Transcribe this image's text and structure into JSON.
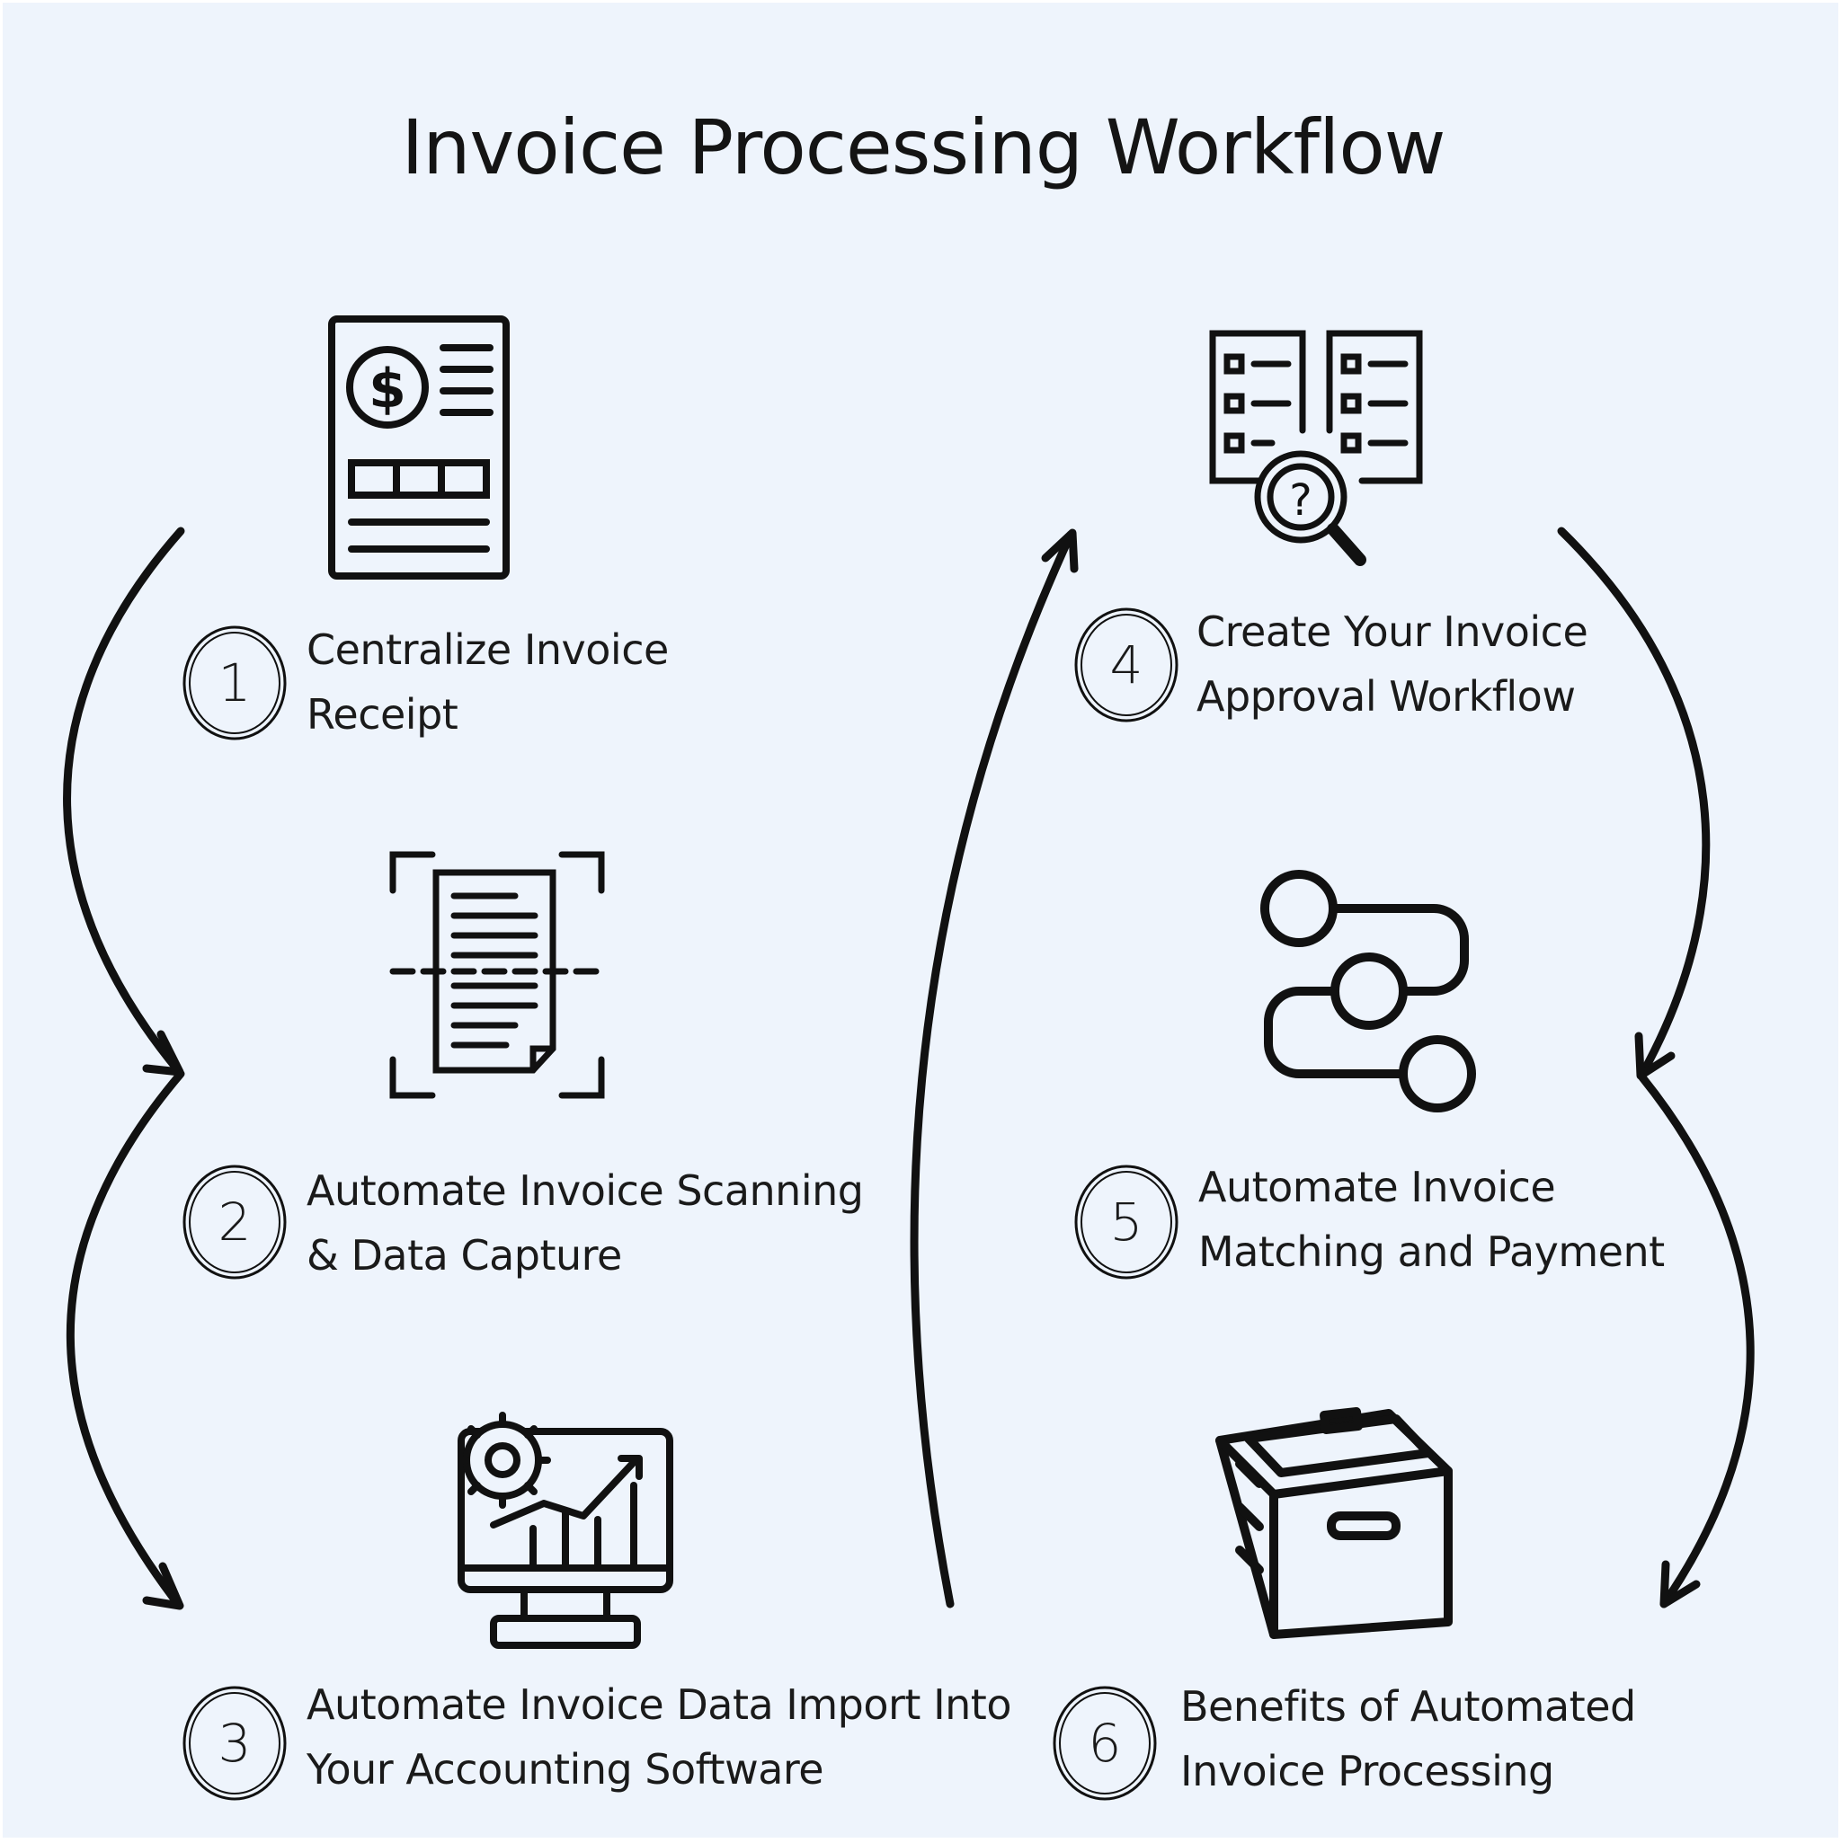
{
  "title": "Invoice Processing Workflow",
  "steps": [
    {
      "number": "1",
      "line1": "Centralize Invoice",
      "line2": "Receipt",
      "icon": "invoice-dollar-icon"
    },
    {
      "number": "2",
      "line1": "Automate Invoice Scanning",
      "line2": "& Data Capture",
      "icon": "document-scan-icon"
    },
    {
      "number": "3",
      "line1": "Automate Invoice Data Import Into",
      "line2": "Your Accounting Software",
      "icon": "monitor-analytics-icon"
    },
    {
      "number": "4",
      "line1": "Create Your Invoice",
      "line2": "Approval Workflow",
      "icon": "checklist-search-icon"
    },
    {
      "number": "5",
      "line1": "Automate Invoice",
      "line2": "Matching and Payment",
      "icon": "workflow-path-icon"
    },
    {
      "number": "6",
      "line1": "Benefits of Automated",
      "line2": "Invoice Processing",
      "icon": "archive-box-icon"
    }
  ],
  "colors": {
    "background": "#eef4fc",
    "ink": "#141414"
  }
}
